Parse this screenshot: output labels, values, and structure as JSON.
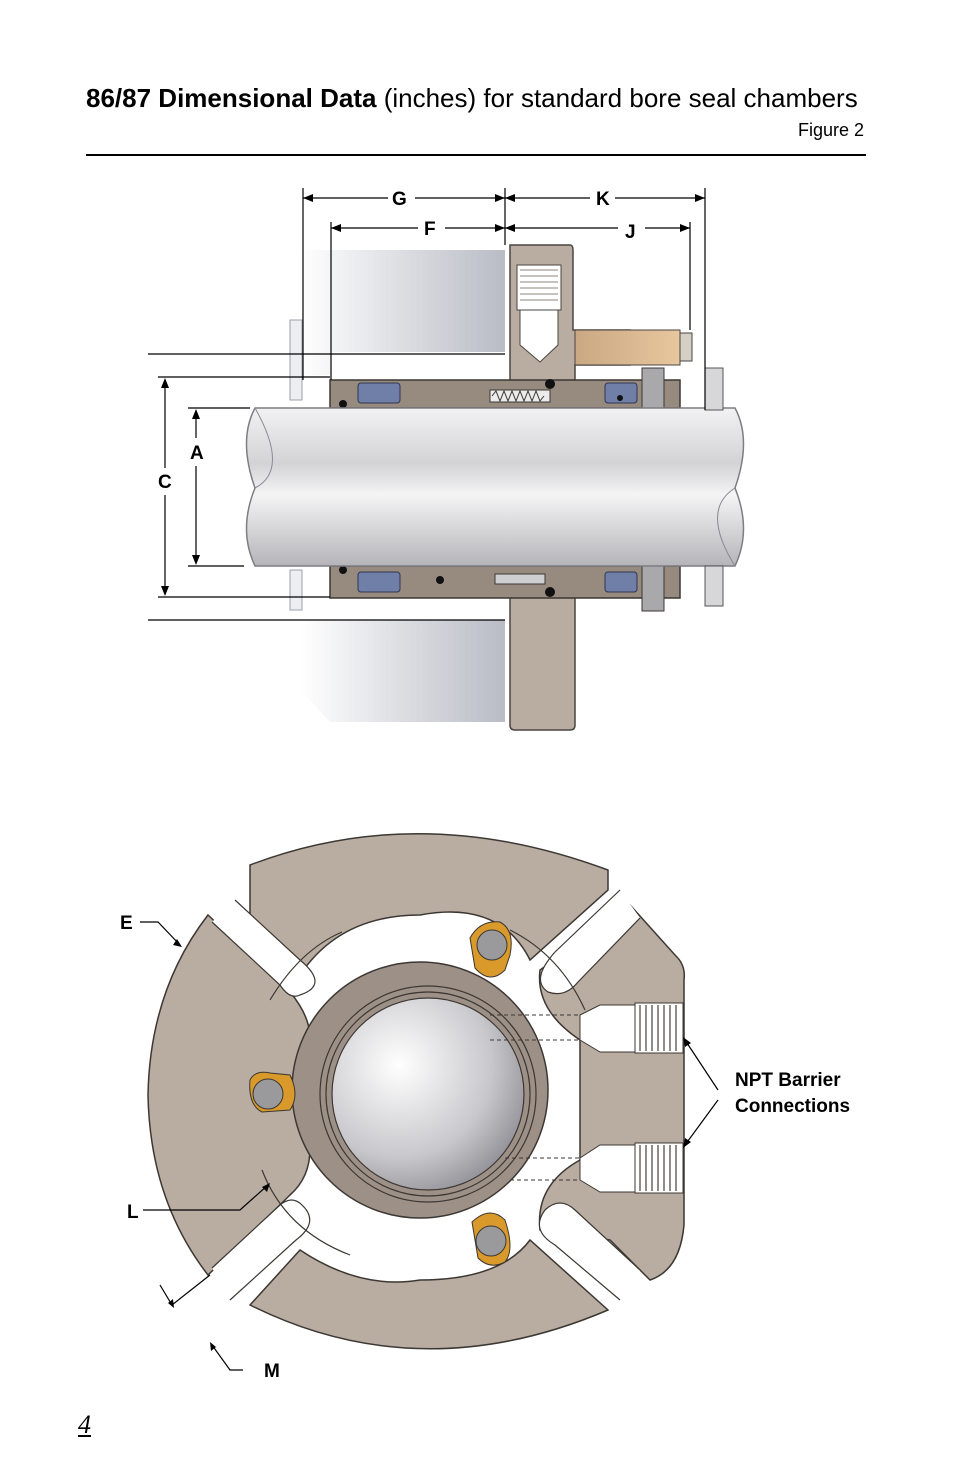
{
  "header": {
    "title_bold": "86/87 Dimensional Data",
    "title_rest": " (inches) for standard bore seal chambers",
    "figure": "Figure 2"
  },
  "section_view": {
    "labels": {
      "G": "G",
      "K": "K",
      "F": "F",
      "J": "J",
      "A": "A",
      "C": "C"
    }
  },
  "gland_view": {
    "labels": {
      "E": "E",
      "L": "L",
      "M": "M"
    },
    "npt_line1": "NPT Barrier",
    "npt_line2": "Connections"
  },
  "footer": {
    "page_number": "4"
  },
  "colors": {
    "gland": "#b9ada1",
    "gland_dark": "#8f8278",
    "bolt_bronze": "#d99a2b",
    "seal_blue": "#6f7fa8",
    "shaft": "#d6d6d8"
  }
}
